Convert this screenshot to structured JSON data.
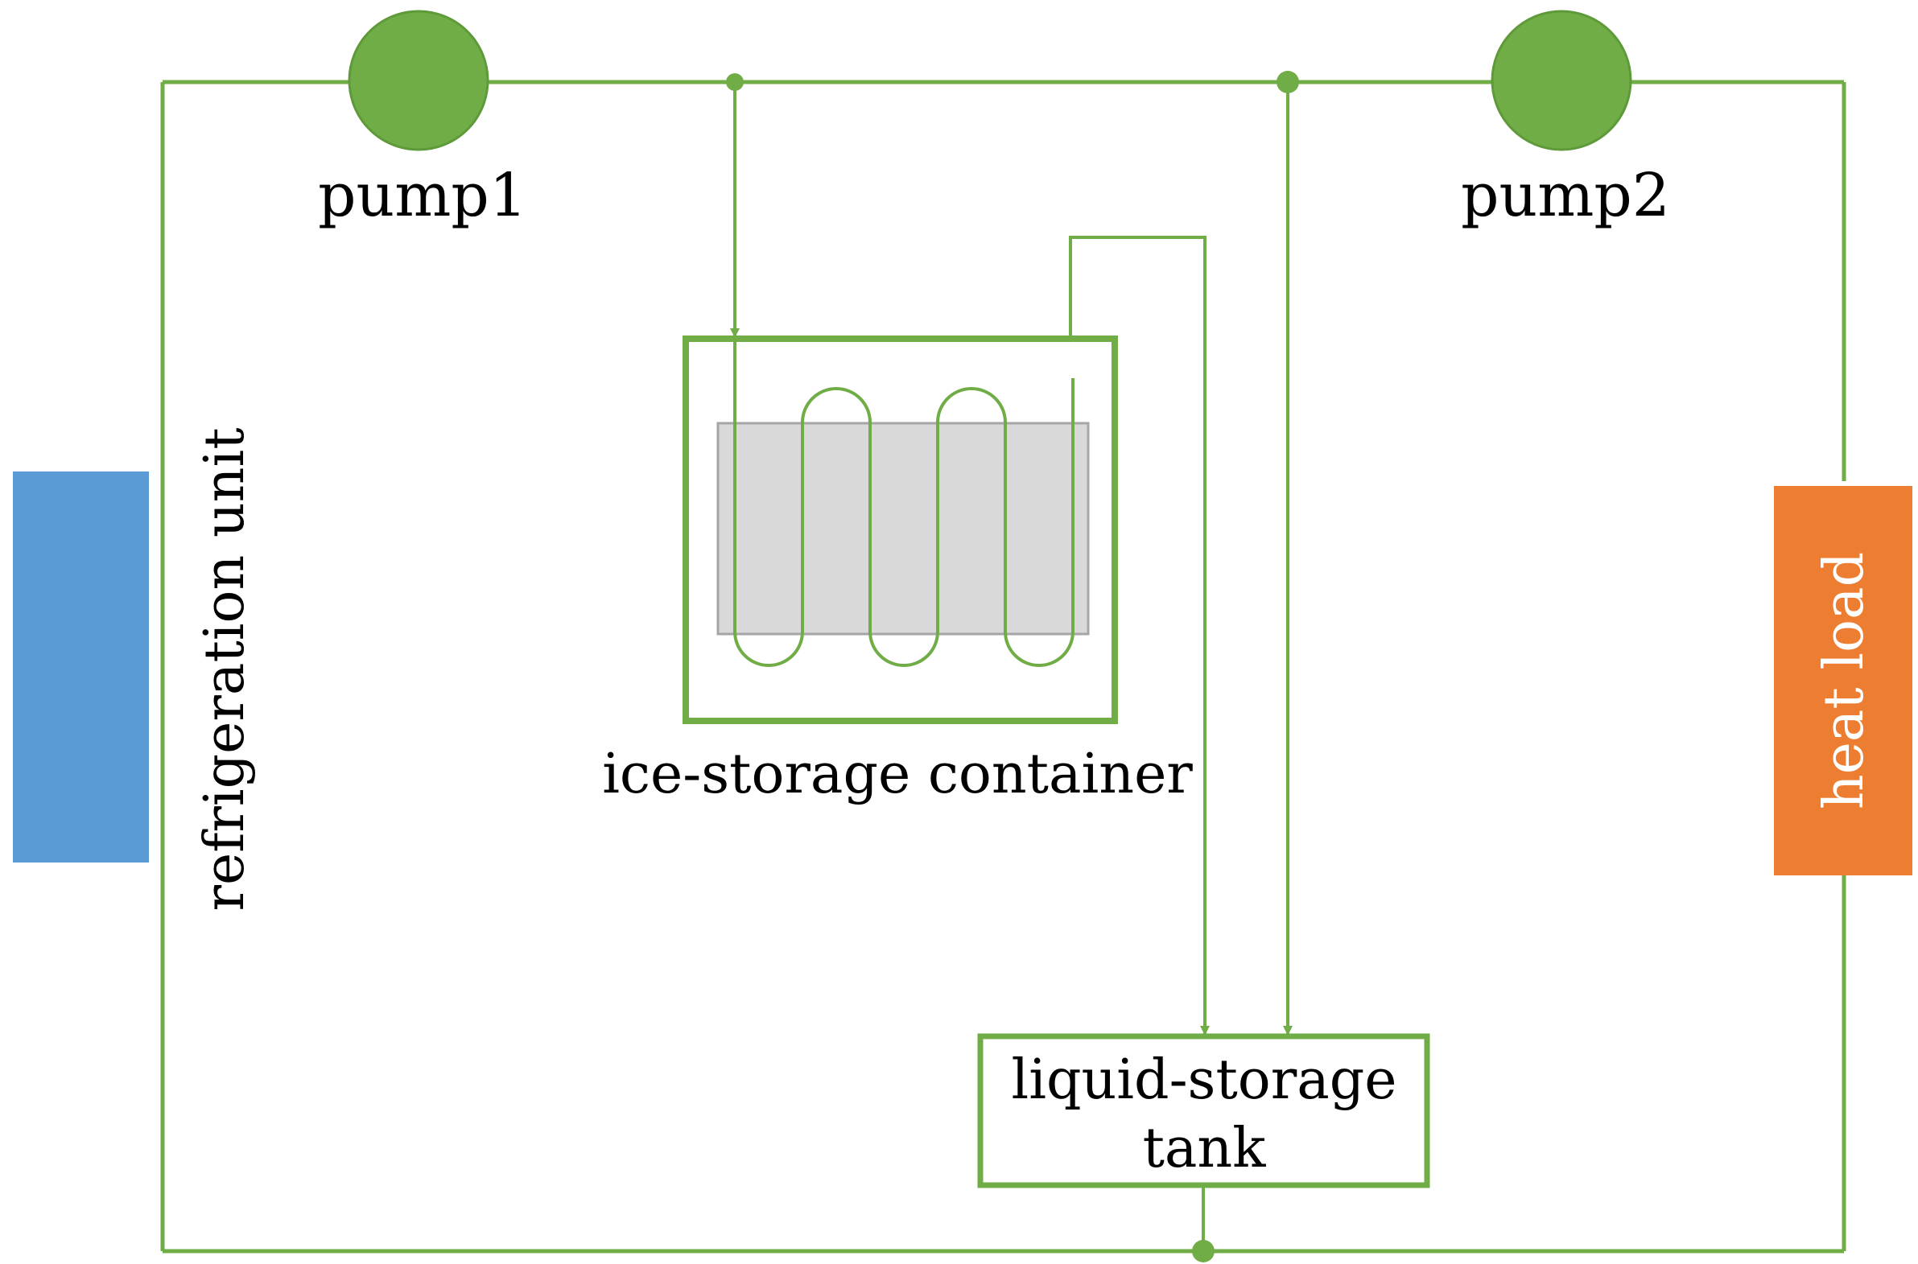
{
  "labels": {
    "pump1": "pump1",
    "pump2": "pump2",
    "ice_storage_container": "ice-storage container",
    "liquid_storage_line1": "liquid-storage",
    "liquid_storage_line2": "tank",
    "refrigeration_unit": "refrigeration unit",
    "heat_load": "heat load"
  },
  "colors": {
    "pipe": "#70ad47",
    "pump": "#70ad47",
    "refrigeration_unit": "#5b9bd5",
    "heat_load": "#ed7d31",
    "ice_block": "#d9d9d9",
    "ice_block_border": "#a6a6a6",
    "heat_load_text": "#ffffff"
  }
}
